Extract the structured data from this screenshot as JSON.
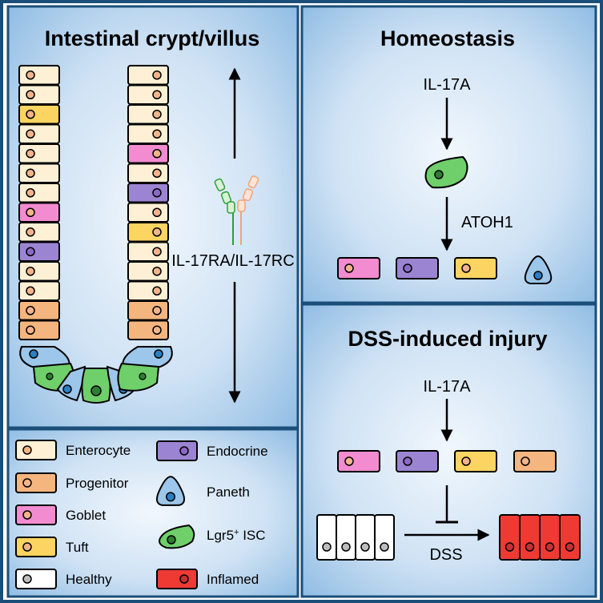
{
  "panels": {
    "crypt": {
      "title": "Intestinal crypt/villus",
      "receptor_label": "IL-17RA/IL-17RC"
    },
    "homeostasis": {
      "title": "Homeostasis",
      "signal": "IL-17A",
      "factor": "ATOH1"
    },
    "injury": {
      "title": "DSS-induced injury",
      "signal": "IL-17A",
      "treatment": "DSS"
    }
  },
  "legend": [
    {
      "key": "enterocyte",
      "label": "Enterocyte"
    },
    {
      "key": "progenitor",
      "label": "Progenitor"
    },
    {
      "key": "goblet",
      "label": "Goblet"
    },
    {
      "key": "tuft",
      "label": "Tuft"
    },
    {
      "key": "healthy",
      "label": "Healthy"
    },
    {
      "key": "endocrine",
      "label": "Endocrine"
    },
    {
      "key": "paneth",
      "label": "Paneth"
    },
    {
      "key": "lgr5",
      "label": "Lgr5",
      "sup": "+",
      "suffix": " ISC"
    },
    {
      "key": "inflamed",
      "label": "Inflamed"
    }
  ],
  "crypt_columns": {
    "left": [
      "enterocyte",
      "enterocyte",
      "tuft",
      "enterocyte",
      "enterocyte",
      "enterocyte",
      "enterocyte",
      "goblet",
      "enterocyte",
      "endocrine",
      "enterocyte",
      "enterocyte",
      "progenitor",
      "progenitor"
    ],
    "right": [
      "enterocyte",
      "enterocyte",
      "enterocyte",
      "enterocyte",
      "goblet",
      "enterocyte",
      "endocrine",
      "enterocyte",
      "tuft",
      "enterocyte",
      "enterocyte",
      "enterocyte",
      "progenitor",
      "progenitor"
    ]
  },
  "homeostasis_products": [
    "goblet",
    "endocrine",
    "tuft",
    "paneth"
  ],
  "injury_row": [
    "goblet",
    "endocrine",
    "tuft",
    "progenitor"
  ],
  "colors": {
    "panel_border": "#1b4f7a",
    "enterocyte": "#fdf0d5",
    "progenitor": "#f4b57f",
    "goblet": "#f28bd0",
    "tuft": "#fbd461",
    "endocrine": "#9b85d2",
    "paneth": "#9cc6ea",
    "lgr5": "#6fcf6a",
    "healthy": "#ffffff",
    "inflamed": "#ef3a34",
    "nucleus_default": "#f2b48a",
    "nucleus_blue": "#2a7fc1",
    "nucleus_endocrine": "#8a6ac6",
    "nucleus_inflamed": "#c83030",
    "receptor_green": "#2e9e3a",
    "receptor_orange": "#f3a27a"
  }
}
